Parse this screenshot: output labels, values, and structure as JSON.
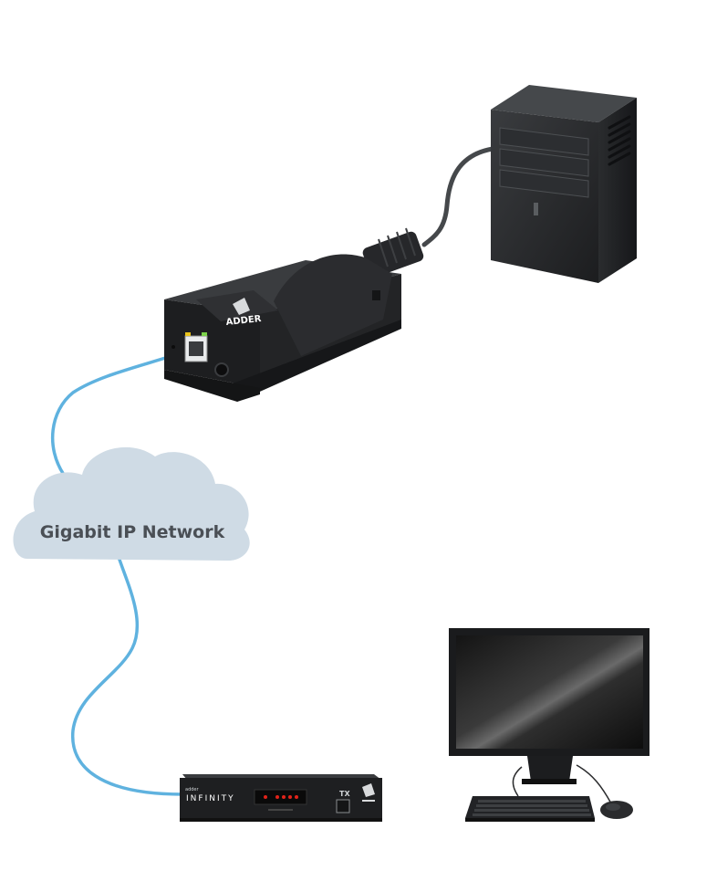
{
  "cloud": {
    "label": "Gigabit IP Network"
  },
  "transmitter": {
    "brand": "ADDER"
  },
  "receiver": {
    "brand": "INFINITY",
    "sub_brand": "adder",
    "port_label": "TX"
  },
  "colors": {
    "network_cable": "#5fb2df",
    "cloud_fill": "#cfdbe5",
    "device_dark": "#2a2b2d",
    "power_cable": "#45484b",
    "led_red": "#e2231a"
  },
  "icons": [
    "pc-tower-icon",
    "adder-transmitter-icon",
    "cloud-icon",
    "receiver-box-icon",
    "monitor-icon",
    "keyboard-icon",
    "mouse-icon"
  ]
}
